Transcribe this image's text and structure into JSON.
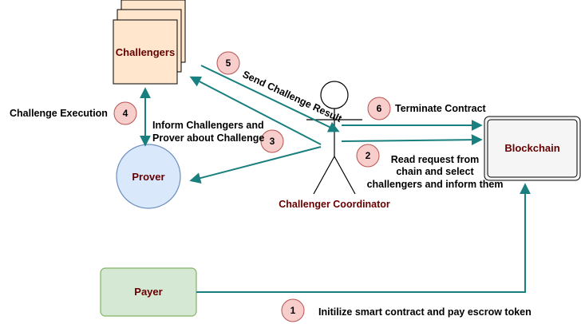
{
  "colors": {
    "arrow": "#1a7f7f",
    "badge_fill": "#f8cecc",
    "badge_stroke": "#b85450",
    "challengers_fill": "#ffe6cc",
    "prover_fill": "#dae8fc",
    "prover_stroke": "#6c8ebf",
    "payer_fill": "#d5e8d4",
    "payer_stroke": "#82b366",
    "blockchain_fill": "#f5f5f5",
    "node_text": "#660000"
  },
  "nodes": {
    "challengers": "Challengers",
    "prover": "Prover",
    "blockchain": "Blockchain",
    "payer": "Payer",
    "coordinator": "Challenger Coordinator"
  },
  "steps": [
    {
      "number": "1",
      "label": [
        "Initilize smart contract and pay escrow token"
      ]
    },
    {
      "number": "2",
      "label": [
        "Read request from",
        "chain and select",
        "challengers and inform them"
      ]
    },
    {
      "number": "3",
      "label": [
        "Inform Challengers and",
        "Prover about Challenge"
      ]
    },
    {
      "number": "4",
      "label": [
        "Challenge Execution"
      ]
    },
    {
      "number": "5",
      "label": [
        "Send Challenge Result"
      ]
    },
    {
      "number": "6",
      "label": [
        "Terminate Contract"
      ]
    }
  ]
}
